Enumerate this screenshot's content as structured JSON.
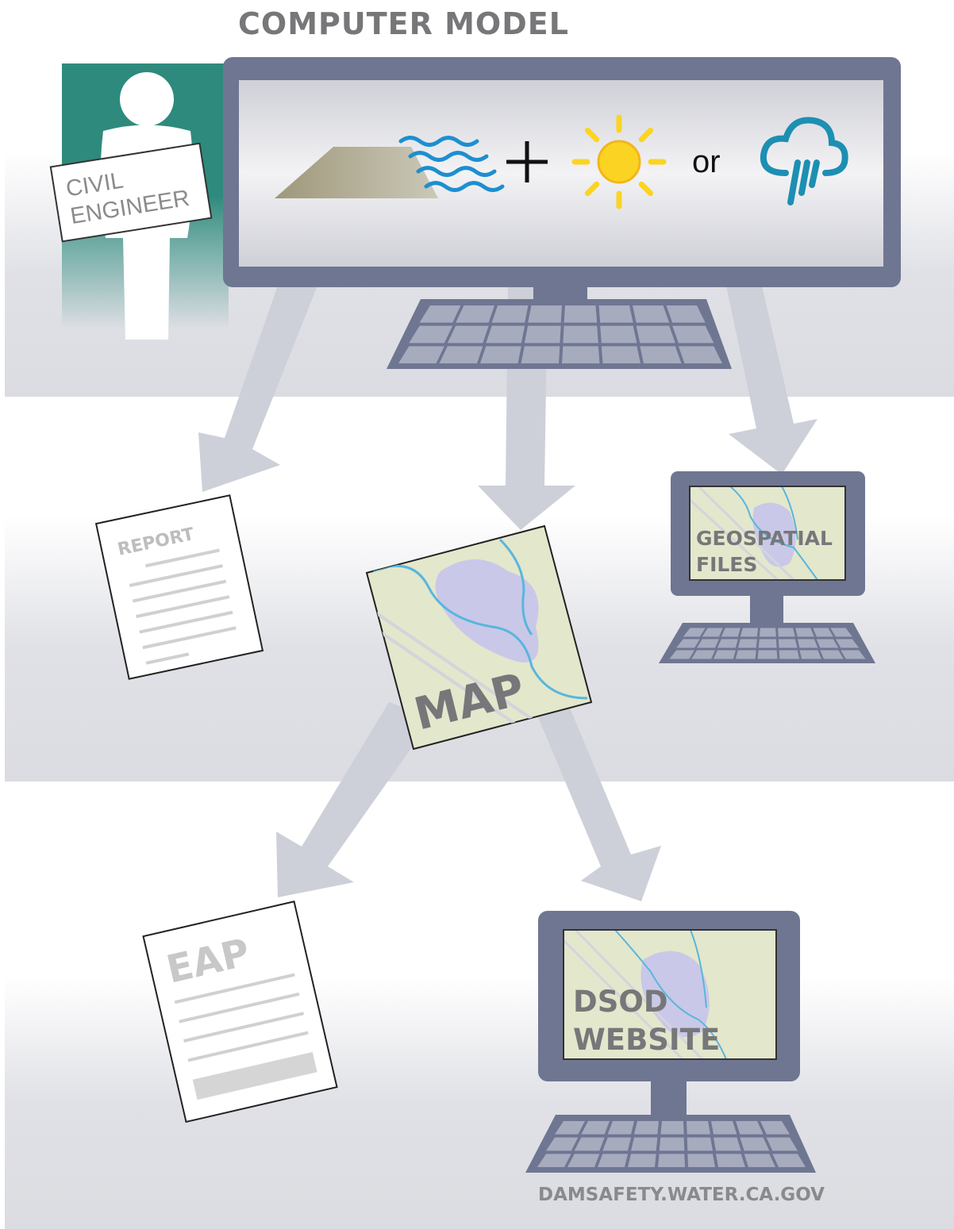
{
  "title": "COMPUTER MODEL",
  "engineer": {
    "sign_line1": "CIVIL",
    "sign_line2": "ENGINEER"
  },
  "model": {
    "operator_or": "or"
  },
  "outputs": {
    "report": "REPORT",
    "map": "MAP",
    "geospatial_line1": "GEOSPATIAL",
    "geospatial_line2": "FILES",
    "eap": "EAP",
    "website_line1": "DSOD",
    "website_line2": "WEBSITE"
  },
  "footer": {
    "url": "DAMSAFETY.WATER.CA.GOV"
  },
  "colors": {
    "monitor_frame": "#6f7692",
    "keyboard_key": "#a7abbe",
    "screen_bg": "#dcdde3",
    "engineer_panel": "#2e8a7d",
    "dam": "#ada88f",
    "water": "#1d8fd0",
    "sun": "#fbd423",
    "cloud": "#1d8fb2",
    "arrow": "#cdd0d8",
    "map_land": "#e3e7cc",
    "map_flood": "#c9c8e8",
    "map_river": "#59b6dc",
    "label_gray": "#7b7b7e",
    "doc_gray": "#c4c4c4",
    "band_gray": "#dcdde3"
  }
}
